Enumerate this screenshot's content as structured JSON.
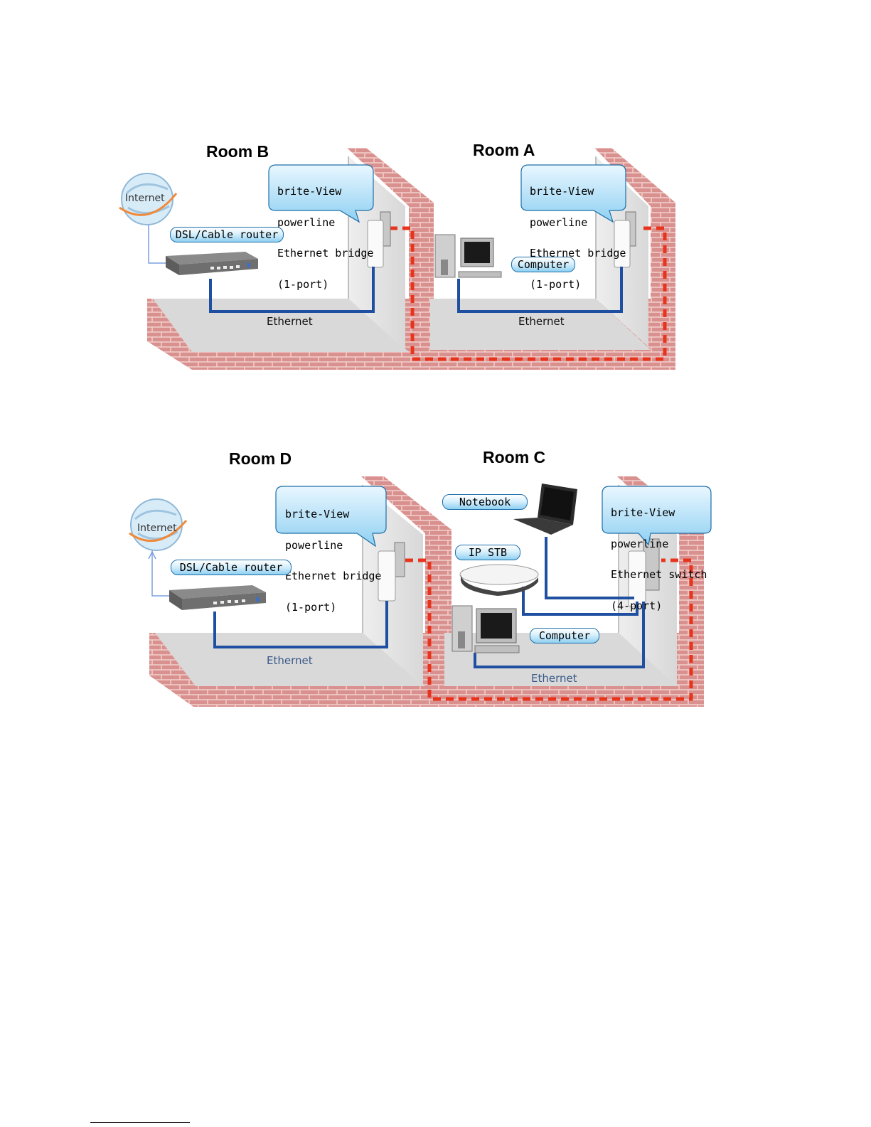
{
  "top": {
    "room_left": "Room B",
    "room_right": "Room A",
    "bridge_left": [
      "brite-View",
      "powerline",
      "Ethernet bridge",
      "(1-port)"
    ],
    "bridge_right": [
      "brite-View",
      "powerline",
      "Ethernet bridge",
      "(1-port)"
    ],
    "internet": "Internet",
    "router": "DSL/Cable router",
    "computer": "Computer",
    "ethernet_left": "Ethernet",
    "ethernet_right": "Ethernet"
  },
  "bottom": {
    "room_left": "Room D",
    "room_right": "Room C",
    "bridge_left": [
      "brite-View",
      "powerline",
      "Ethernet bridge",
      "(1-port)"
    ],
    "switch_right": [
      "brite-View",
      "powerline",
      "Ethernet switch",
      "(4-port)"
    ],
    "internet": "Internet",
    "router": "DSL/Cable router",
    "notebook": "Notebook",
    "ip_stb": "IP STB",
    "computer": "Computer",
    "ethernet_left": "Ethernet",
    "ethernet_right": "Ethernet"
  },
  "colors": {
    "brick": "#d98f8f",
    "powerline": "#e8341c",
    "ethernet_cable": "#1f4fa0",
    "callout_fill": "#bfe6fa",
    "ethernet_label_bottom": "#3a5a8a"
  }
}
